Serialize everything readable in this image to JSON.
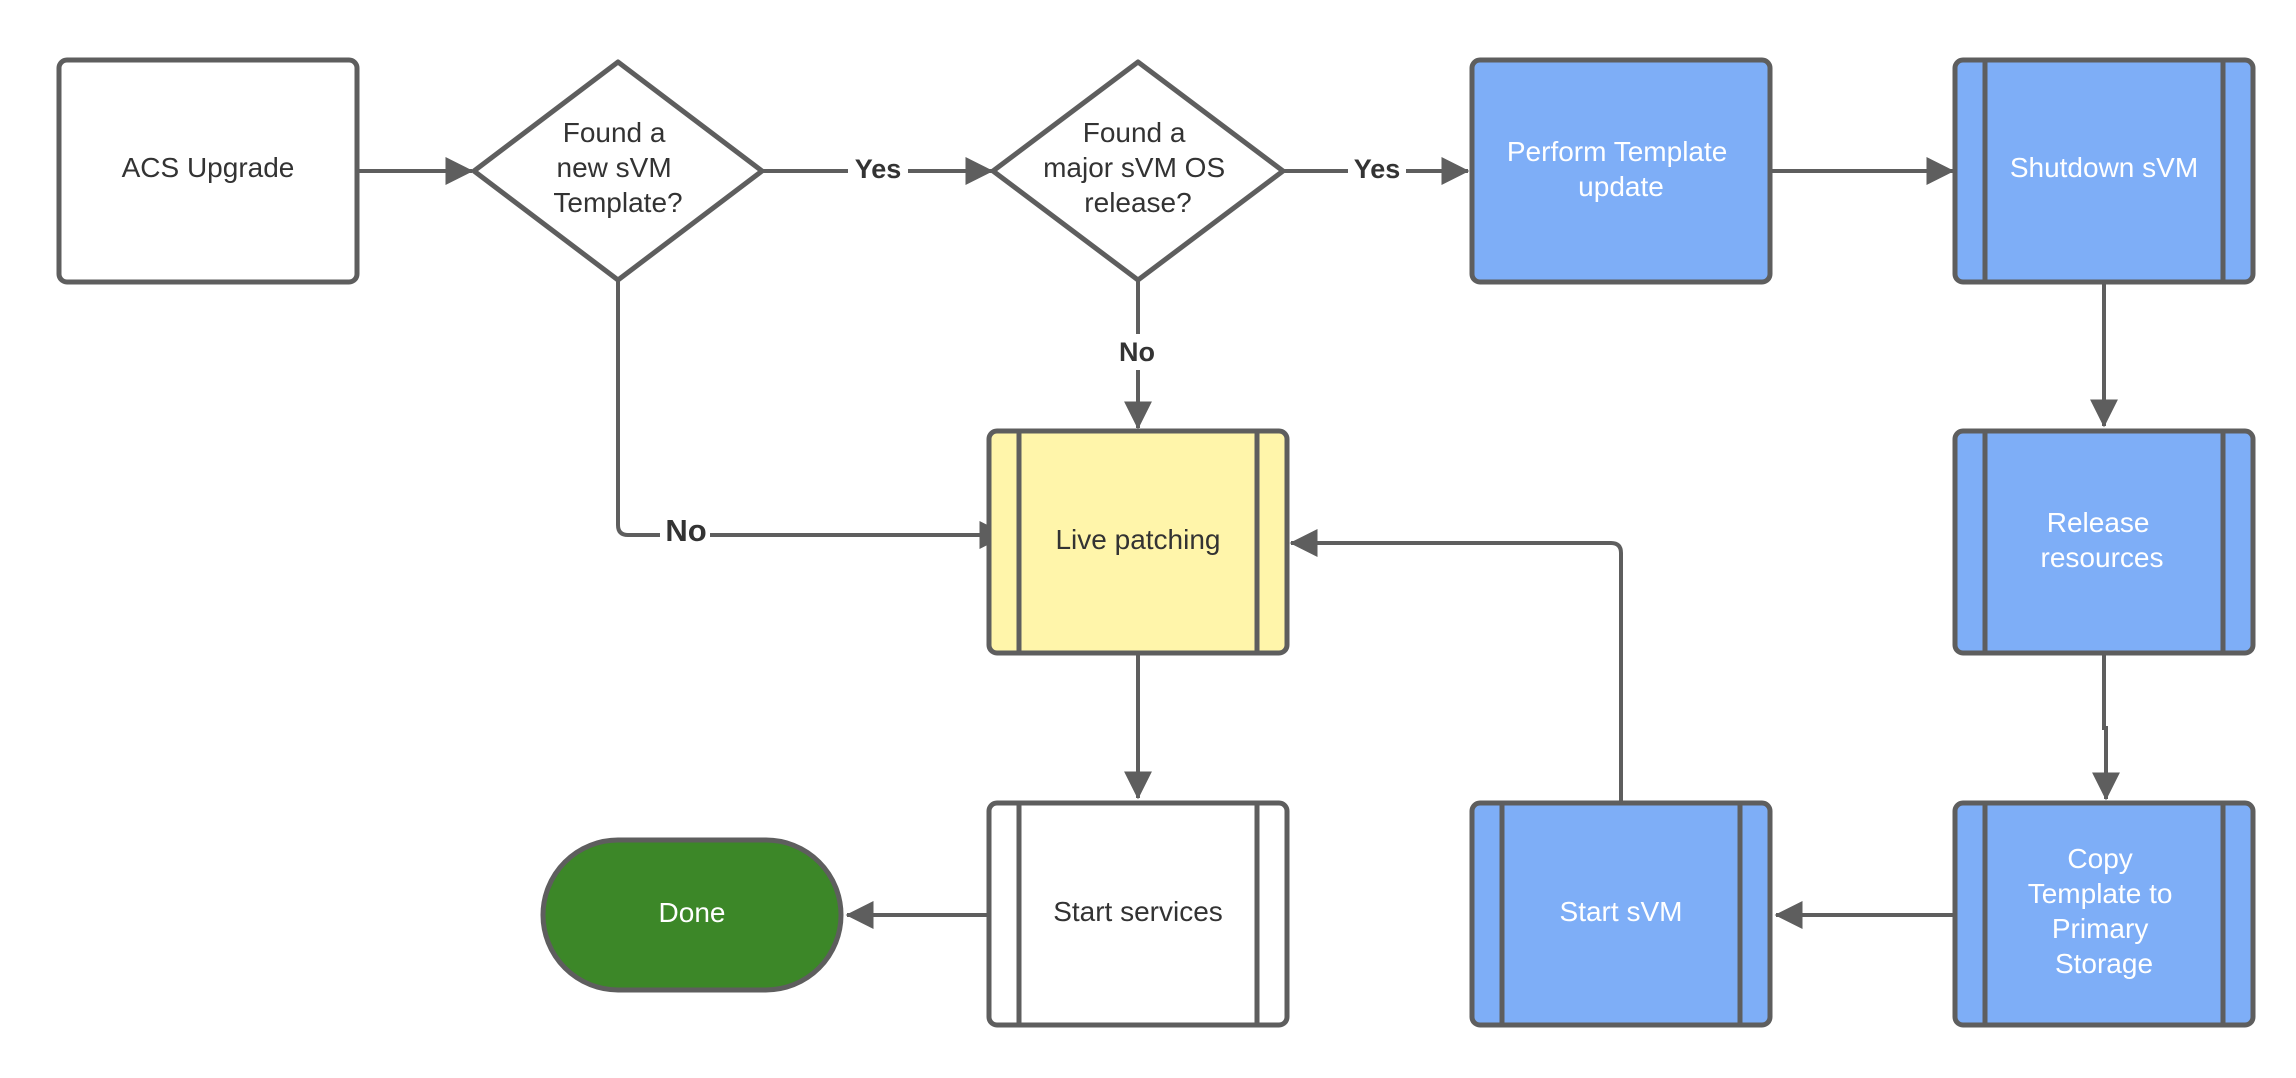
{
  "colors": {
    "stroke": "#5e5e5e",
    "text_dark": "#333333",
    "text_light": "#ffffff",
    "white_fill": "#ffffff",
    "blue_fill": "#7eaef7",
    "yellow_fill": "#fff5aa",
    "green_fill": "#3c8728"
  },
  "nodes": {
    "acs_upgrade": {
      "lines": [
        "ACS Upgrade"
      ]
    },
    "found_new_template": {
      "lines": [
        "Found a",
        "new sVM",
        "Template?"
      ]
    },
    "found_major_release": {
      "lines": [
        "Found a",
        "major sVM OS",
        "release?"
      ]
    },
    "perform_template_update": {
      "lines": [
        "Perform Template",
        "update"
      ]
    },
    "shutdown_svm": {
      "lines": [
        "Shutdown sVM"
      ]
    },
    "release_resources": {
      "lines": [
        "Release",
        "resources"
      ]
    },
    "copy_template": {
      "lines": [
        "Copy",
        "Template to",
        "Primary",
        "Storage"
      ]
    },
    "start_svm": {
      "lines": [
        "Start sVM"
      ]
    },
    "live_patching": {
      "lines": [
        "Live patching"
      ]
    },
    "start_services": {
      "lines": [
        "Start services"
      ]
    },
    "done": {
      "lines": [
        "Done"
      ]
    }
  },
  "edge_labels": {
    "yes_new_template": "Yes",
    "yes_major_release": "Yes",
    "no_major_release": "No",
    "no_new_template": "No"
  }
}
